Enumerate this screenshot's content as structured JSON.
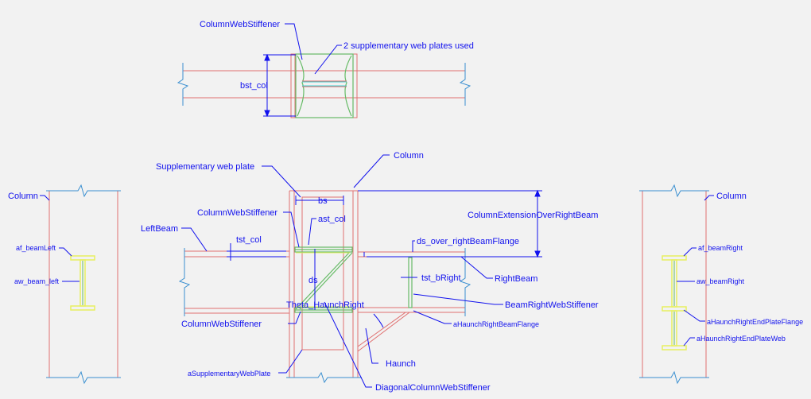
{
  "colors": {
    "background": "#f2f2f2",
    "member_red": "#e07070",
    "stiffener_green": "#66bb66",
    "weld_yellow": "#e8f060",
    "annotation_blue": "#1111ee",
    "break_blue": "#3a8fd0",
    "weld_cyan": "#40d0d0"
  },
  "labels": {
    "column_web_stiffener_top": "ColumnWebStiffener",
    "supplementary_plates_note": "2 supplementary web plates used",
    "bst_col": "bst_col",
    "column_center": "Column",
    "supplementary_web_plate": "Supplementary web plate",
    "bs": "bs",
    "column_web_stiffener_mid": "ColumnWebStiffener",
    "ast_col": "ast_col",
    "left_beam": "LeftBeam",
    "tst_col": "tst_col",
    "ds_over_right_beam_flange": "ds_over_rightBeamFlange",
    "column_extension_over_right_beam": "ColumnExtensionOverRightBeam",
    "ds": "ds",
    "tst_b_right": "tst_bRight",
    "right_beam": "RightBeam",
    "theta_haunch_right": "Theta_HaunchRight",
    "beam_right_web_stiffener": "BeamRightWebStiffener",
    "column_web_stiffener_low": "ColumnWebStiffener",
    "a_haunch_right_beam_flange": "aHaunchRightBeamFlange",
    "haunch": "Haunch",
    "a_supplementary_web_plate": "aSupplementaryWebPlate",
    "diagonal_column_web_stiffener": "DiagonalColumnWebStiffener",
    "column_left": "Column",
    "af_beam_left": "af_beamLeft",
    "aw_beam_left": "aw_beam_left",
    "column_right": "Column",
    "af_beam_right": "af_beamRight",
    "aw_beam_right": "aw_beamRight",
    "a_haunch_right_end_plate_flange": "aHaunchRightEndPlateFlange",
    "a_haunch_right_end_plate_web": "aHaunchRightEndPlateWeb"
  }
}
